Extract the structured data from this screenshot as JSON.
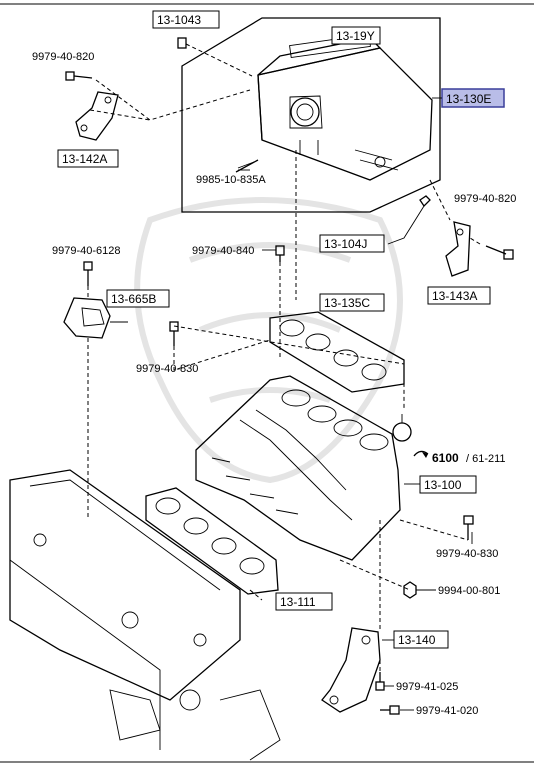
{
  "labels": {
    "l13_1043": "13-1043",
    "l13_19y": "13-19Y",
    "l13_130e": "13-130E",
    "l9979_40_820_a": "9979-40-820",
    "l13_142a": "13-142A",
    "l9985_10_835a": "9985-10-835A",
    "l9979_40_820_b": "9979-40-820",
    "l13_104j": "13-104J",
    "l13_143a": "13-143A",
    "l9979_40_6128": "9979-40-6128",
    "l9979_40_840": "9979-40-840",
    "l13_665b": "13-665B",
    "l13_135c": "13-135C",
    "l9979_40_830_a": "9979-40-830",
    "l6100": "6100",
    "l61_211": "/ 61-211",
    "l13_100": "13-100",
    "l9979_40_830_b": "9979-40-830",
    "l9994_00_801": "9994-00-801",
    "l13_111": "13-111",
    "l13_140": "13-140",
    "l9979_41_025": "9979-41-025",
    "l9979_41_020": "9979-41-020"
  },
  "highlight_color": "#b9bde8"
}
